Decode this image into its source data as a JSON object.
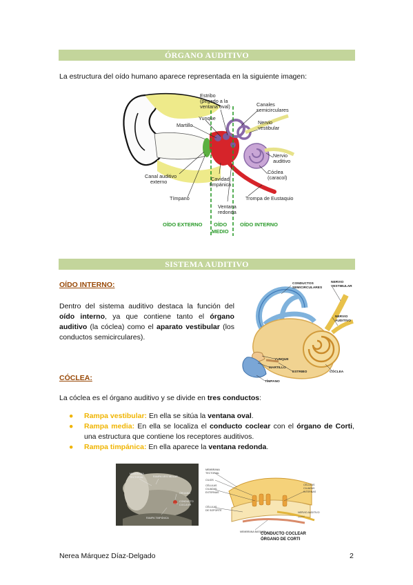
{
  "sections": {
    "organo_title": "ÓRGANO AUDITIVO",
    "sistema_title": "SISTEMA AUDITIVO"
  },
  "intro": "La estructura del oído humano aparece representada en la siguiente imagen:",
  "ear_diagram": {
    "labels": {
      "estribo_1": "Estribo",
      "estribo_2": "(pegado a la",
      "estribo_3": "ventana oval)",
      "yunque": "Yunque",
      "martillo": "Martillo",
      "canales_1": "Canales",
      "canales_2": "semicirculares",
      "nervio_vest_1": "Nervio",
      "nervio_vest_2": "vestibular",
      "nervio_aud_1": "Nervio",
      "nervio_aud_2": "auditivo",
      "coclea_1": "Cóclea",
      "coclea_2": "(caracol)",
      "canal_1": "Canal auditivo",
      "canal_2": "externo",
      "cavidad_1": "Cavidad",
      "cavidad_2": "timpánica",
      "trompa": "Trompa de Eustaquio",
      "timpano": "Tímpano",
      "ventana_1": "Ventana",
      "ventana_2": "redonda",
      "oido_externo": "OÍDO EXTERNO",
      "oido_medio_1": "OÍDO",
      "oido_medio_2": "MEDIO",
      "oido_interno": "OÍDO INTERNO"
    }
  },
  "oido_interno": {
    "heading": "OÍDO INTERNO:",
    "p1": "Dentro del sistema auditivo destaca la función del ",
    "b1": "oído interno",
    "p2": ", ya que contiene tanto el ",
    "b2": "órgano auditivo",
    "p3": " (la cóclea) como el ",
    "b3": "aparato vestibular",
    "p4": " (los conductos semicirculares)."
  },
  "inner_ear_figure": {
    "labels": {
      "conductos_1": "CONDUCTOS",
      "conductos_2": "SEMICIRCULARES",
      "nervio_vest_1": "NERVIO",
      "nervio_vest_2": "VESTIBULAR",
      "nervio_aud_1": "NERVIO",
      "nervio_aud_2": "AUDITIVO",
      "yunque": "YUNQUE",
      "martillo": "MARTILLO",
      "estribo": "ESTRIBO",
      "coclea": "CÓCLEA",
      "timpano": "TÍMPANO"
    }
  },
  "coclea": {
    "heading": "CÓCLEA:",
    "intro_1": "La cóclea es el órgano auditivo y se divide en ",
    "intro_b": "tres conductos",
    "intro_2": ":",
    "items": [
      {
        "term": "Rampa vestibular:",
        "t1": " En ella se sitúa la ",
        "b1": "ventana oval",
        "t2": ".",
        "b2": "",
        "t3": ""
      },
      {
        "term": "Rampa media:",
        "t1": " En ella se localiza el ",
        "b1": "conducto coclear",
        "t2": " con el ",
        "b2": "órgano de Corti",
        "t3": ", una estructura que contiene los receptores auditivos."
      },
      {
        "term": "Rampa timpánica:",
        "t1": " En ella aparece la ",
        "b1": "ventana redonda",
        "t2": ".",
        "b2": "",
        "t3": ""
      }
    ]
  },
  "corti_figure": {
    "photo_labels": {
      "l1_1": "MEMBRANA",
      "l1_2": "TECTORIAL",
      "l2": "RAMPA VESTIBULAR",
      "l3": "ÓRGANO",
      "l4_1": "CONDUCTO",
      "l4_2": "COCLEAR",
      "l5": "RAMPA TIMPÁNICA"
    },
    "drawing_labels": {
      "membrana_1": "MEMBRANA",
      "membrana_2": "TECTORIAL",
      "cilios": "CILIOS",
      "ext_1": "CÉLULAS",
      "ext_2": "CILIADAS",
      "ext_3": "EXTERNAS",
      "int_1": "CÉLULAS",
      "int_2": "CILIADAS",
      "int_3": "INTERNAS",
      "soporte_1": "CÉLULAS",
      "soporte_2": "DE SOPORTE",
      "basilar": "MEMBRANA BASILAR",
      "nervio": "NERVIO AUDITIVO",
      "caption_1": "CONDUCTO COCLEAR",
      "caption_2": "ÓRGANO DE CORTI"
    }
  },
  "footer": {
    "author": "Nerea Márquez Díaz-Delgado",
    "page": "2"
  },
  "colors": {
    "banner": "#c3d59b",
    "heading": "#984806",
    "term": "#f0b400",
    "green_label": "#2a9a2a"
  }
}
